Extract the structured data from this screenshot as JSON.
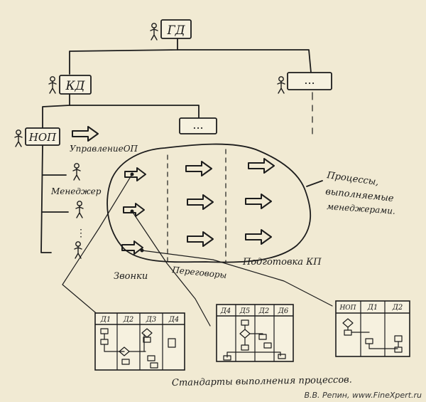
{
  "org": {
    "top": "ГД",
    "commercial": "КД",
    "sales_head": "НОП",
    "placeholder": "..."
  },
  "labels": {
    "sales_management": "УправлениеОП",
    "manager": "Менеджер",
    "dots": "⋮",
    "calls": "Звонки",
    "negotiations": "Переговоры",
    "proposal": "Подготовка КП",
    "processes_line1": "Процессы,",
    "processes_line2": "выполняемые",
    "processes_line3": "менеджерами.",
    "standards": "Стандарты выполнения процессов."
  },
  "tables": {
    "t1": [
      "Д1",
      "Д2",
      "Д3",
      "Д4"
    ],
    "t2": [
      "Д4",
      "Д5",
      "Д2",
      "Д6"
    ],
    "t3": [
      "НОП",
      "Д1",
      "Д2"
    ]
  },
  "credit": "В.В. Репин, www.FineXpert.ru"
}
